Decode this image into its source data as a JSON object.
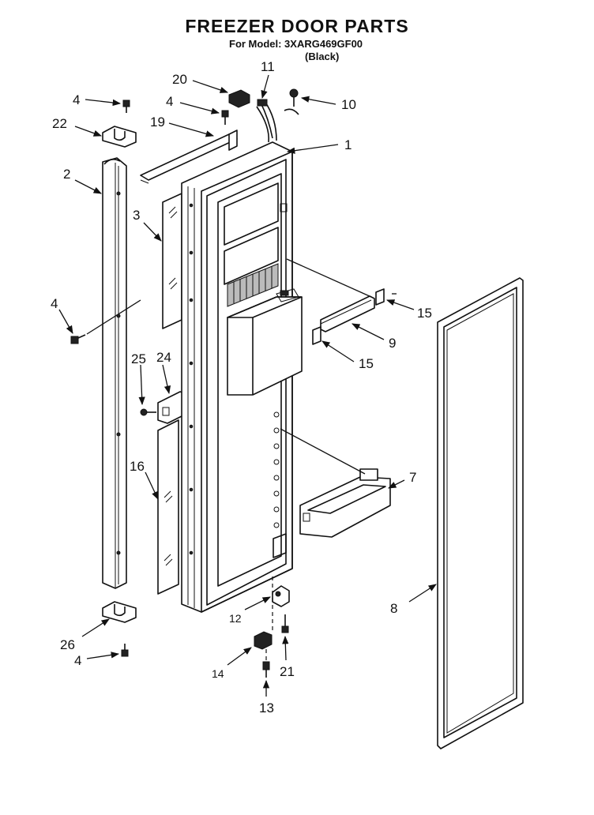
{
  "header": {
    "title": "FREEZER DOOR PARTS",
    "model_line": "For Model: 3XARG469GF00",
    "color_line": "(Black)"
  },
  "callouts": [
    {
      "id": "c4a",
      "label": "4"
    },
    {
      "id": "c22",
      "label": "22"
    },
    {
      "id": "c20",
      "label": "20"
    },
    {
      "id": "c4b",
      "label": "4"
    },
    {
      "id": "c19",
      "label": "19"
    },
    {
      "id": "c11",
      "label": "11"
    },
    {
      "id": "c10",
      "label": "10"
    },
    {
      "id": "c1",
      "label": "1"
    },
    {
      "id": "c2",
      "label": "2"
    },
    {
      "id": "c3",
      "label": "3"
    },
    {
      "id": "c4c",
      "label": "4"
    },
    {
      "id": "c15a",
      "label": "15"
    },
    {
      "id": "c9",
      "label": "9"
    },
    {
      "id": "c15b",
      "label": "15"
    },
    {
      "id": "c25",
      "label": "25"
    },
    {
      "id": "c24",
      "label": "24"
    },
    {
      "id": "c16",
      "label": "16"
    },
    {
      "id": "c7",
      "label": "7"
    },
    {
      "id": "c8",
      "label": "8"
    },
    {
      "id": "c12",
      "label": "12"
    },
    {
      "id": "c26",
      "label": "26"
    },
    {
      "id": "c4d",
      "label": "4"
    },
    {
      "id": "c21",
      "label": "21"
    },
    {
      "id": "c14",
      "label": "14"
    },
    {
      "id": "c13",
      "label": "13"
    }
  ]
}
